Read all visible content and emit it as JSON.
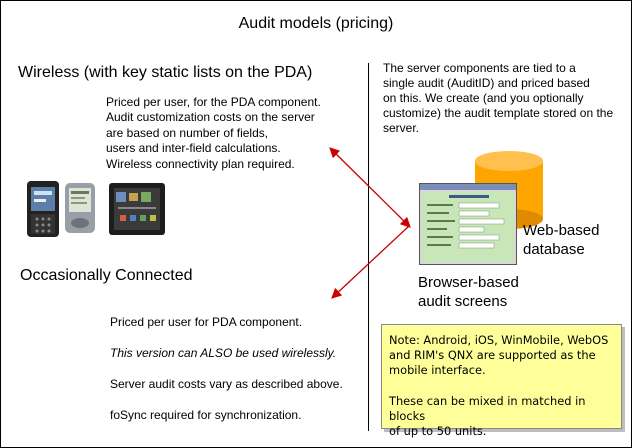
{
  "title": "Audit models (pricing)",
  "left": {
    "heading": "Wireless (with key static lists on the PDA)",
    "wireless_text": "Priced per user, for the PDA component.\nAudit customization costs on the server\nare based on number of fields,\nusers and inter-field calculations.\nWireless connectivity plan required.",
    "occasional_heading": "Occasionally Connected",
    "occasional_line1": "Priced per user for PDA component.",
    "occasional_line2": "This version can ALSO be used wirelessly.",
    "occasional_line3": "Server audit costs vary as described above.",
    "occasional_line4": "foSync required for synchronization."
  },
  "right": {
    "server_text": "The server components are tied to a\nsingle audit (AuditID) and priced based\non this. We create (and you optionally\ncustomize) the audit template stored on the\nserver.",
    "database_label": "Web-based\ndatabase",
    "browser_label": "Browser-based\naudit screens",
    "note": "Note: Android, iOS, WinMobile, WebOS\nand RIM's QNX are supported as the\nmobile interface.\n\nThese can be mixed in matched in blocks\nof up to 50 units."
  },
  "colors": {
    "arrow": "#cc0000",
    "cylinder": "#ffa500",
    "note_bg": "#ffff99",
    "screen_bg": "#c8e6b8"
  }
}
